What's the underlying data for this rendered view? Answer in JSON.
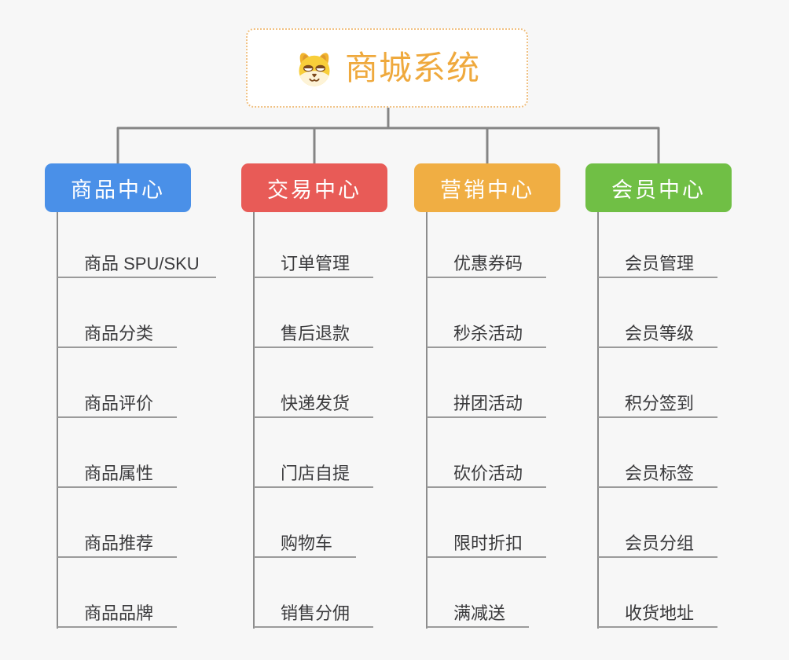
{
  "root": {
    "title": "商城系统",
    "icon": "dog-face-icon",
    "title_color": "#EFA93D",
    "border_color": "#F0C183"
  },
  "branches": [
    {
      "id": "products",
      "label": "商品中心",
      "color": "#4A90E8",
      "items": [
        "商品 SPU/SKU",
        "商品分类",
        "商品评价",
        "商品属性",
        "商品推荐",
        "商品品牌"
      ]
    },
    {
      "id": "trade",
      "label": "交易中心",
      "color": "#E85B57",
      "items": [
        "订单管理",
        "售后退款",
        "快递发货",
        "门店自提",
        "购物车",
        "销售分佣"
      ]
    },
    {
      "id": "marketing",
      "label": "营销中心",
      "color": "#F0AE43",
      "items": [
        "优惠券码",
        "秒杀活动",
        "拼团活动",
        "砍价活动",
        "限时折扣",
        "满减送"
      ]
    },
    {
      "id": "members",
      "label": "会员中心",
      "color": "#70BF45",
      "items": [
        "会员管理",
        "会员等级",
        "积分签到",
        "会员标签",
        "会员分组",
        "收货地址"
      ]
    }
  ],
  "canvas": {
    "background": "#F7F7F7",
    "connector_color": "#858585",
    "underline_color": "#9B9B9B",
    "item_text_color": "#3A3A3C"
  }
}
